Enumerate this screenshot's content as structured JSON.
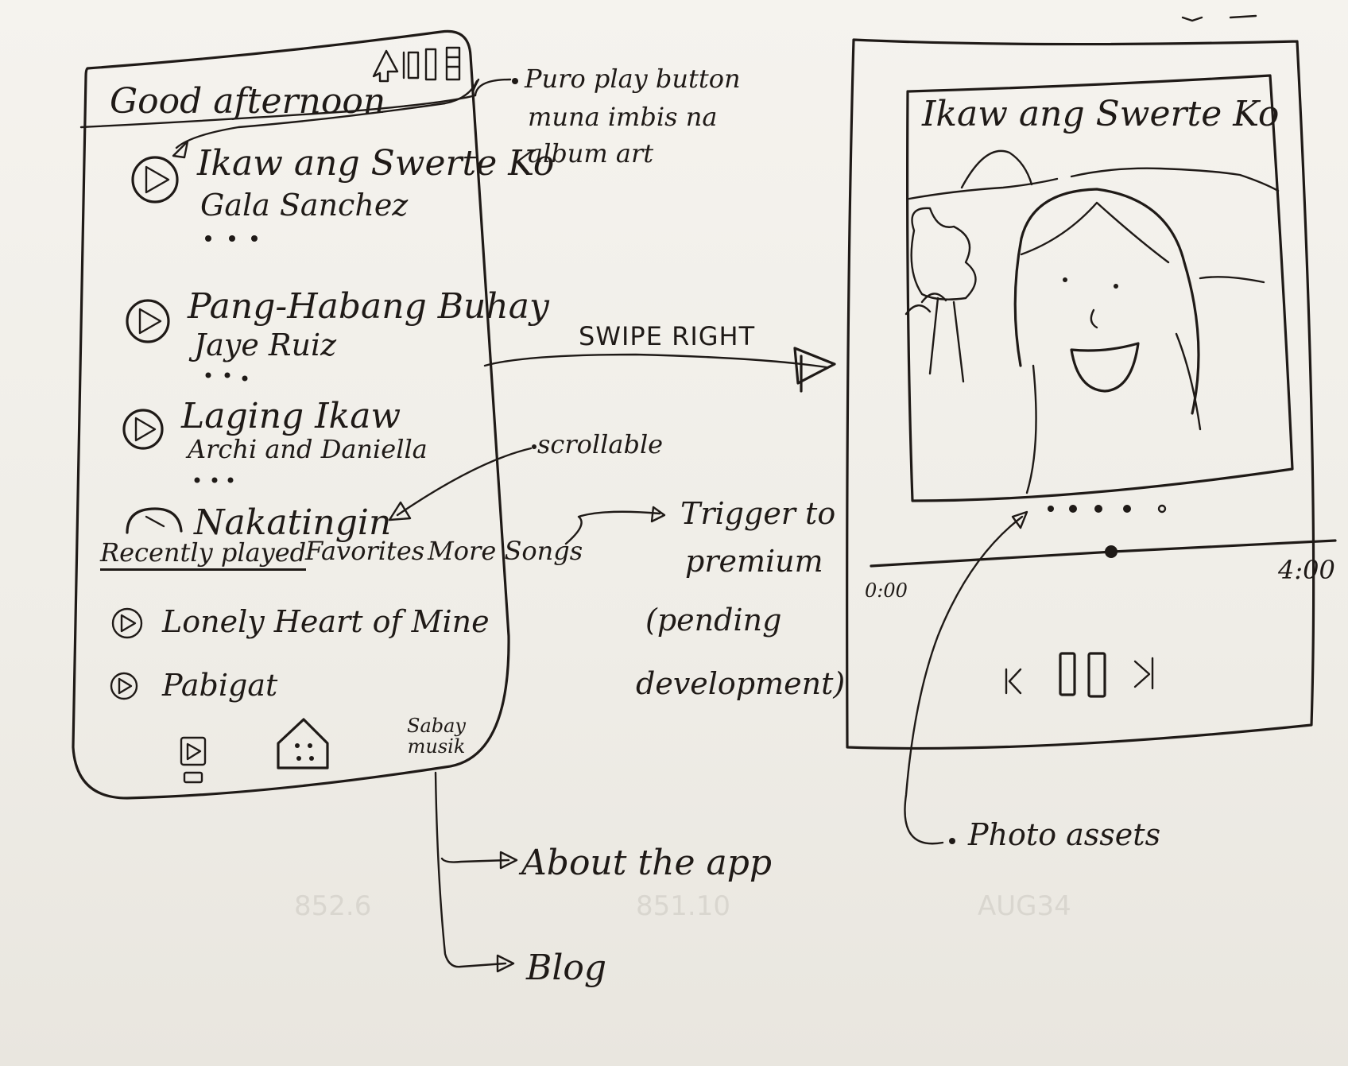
{
  "left_phone": {
    "greeting": "Good afternoon",
    "songs": [
      {
        "title": "Ikaw ang Swerte Ko",
        "artist": "Gala Sanchez",
        "more": "..."
      },
      {
        "title": "Pang-Habang Buhay",
        "artist": "Jaye Ruiz",
        "more": "..."
      },
      {
        "title": "Laging Ikaw",
        "artist": "Archi and Daniella",
        "more": "..."
      },
      {
        "title": "Nakatingin"
      }
    ],
    "tabs": [
      "Recently played",
      "Favorites",
      "More Songs"
    ],
    "recent": [
      "Lonely Heart of Mine",
      "Pabigat"
    ],
    "nav_label": "Sabay musik"
  },
  "right_phone": {
    "song_title": "Ikaw ang Swerte Ko",
    "time_start": "0:00",
    "time_end": "4:00"
  },
  "annotations": {
    "play_button_note": [
      "Puro play button",
      "muna imbis na",
      "album art"
    ],
    "swipe": "SWIPE RIGHT",
    "scrollable": "scrollable",
    "trigger": [
      "Trigger to",
      "premium",
      "(pending",
      "development)"
    ],
    "photo_assets": "Photo assets",
    "about": "About the app",
    "blog": "Blog"
  }
}
